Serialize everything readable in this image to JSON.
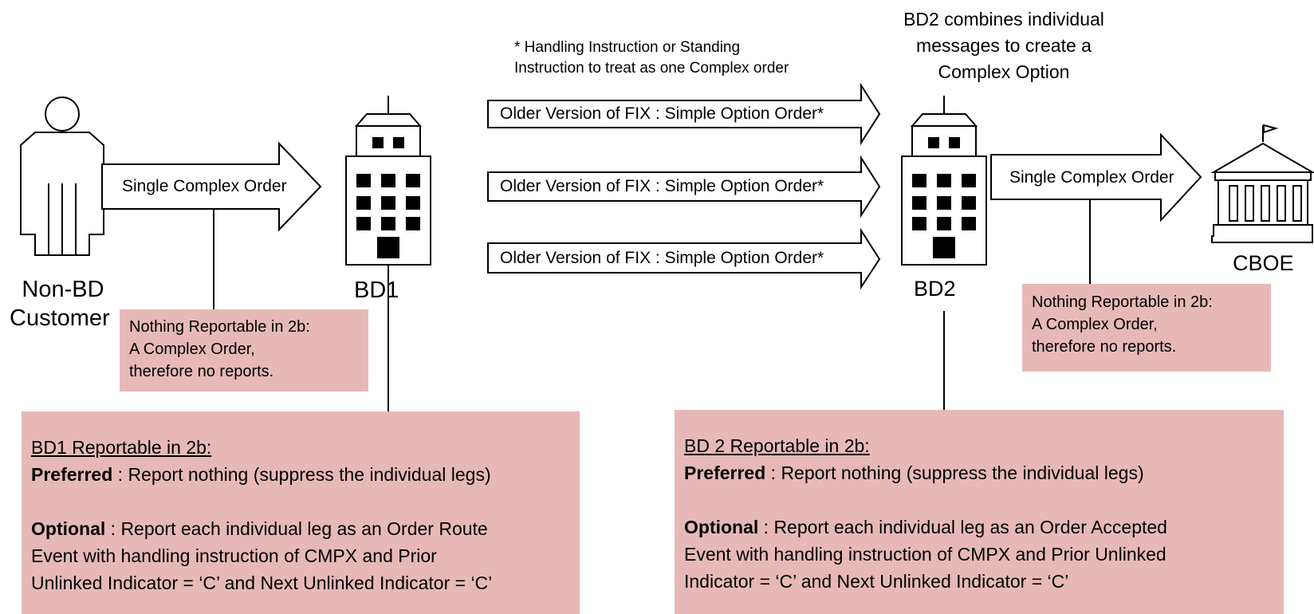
{
  "actors": {
    "customer": [
      "Non-BD",
      "Customer"
    ],
    "bd1": "BD1",
    "bd2": "BD2",
    "exchange": "CBOE"
  },
  "arrows": {
    "customer_to_bd1": "Single Complex Order",
    "bd1_to_bd2": [
      "Older Version of FIX : Simple Option Order*",
      "Older Version of FIX : Simple Option Order*",
      "Older Version of FIX : Simple Option Order*"
    ],
    "bd2_to_cboe": "Single Complex Order"
  },
  "footnote": [
    "* Handling Instruction or Standing",
    "Instruction to treat as one Complex order"
  ],
  "bd2_note": [
    "BD2 combines individual",
    "messages to create a",
    "Complex Option"
  ],
  "nothing_reportable": {
    "title": "Nothing Reportable in 2b:",
    "lines": [
      "A Complex Order,",
      "therefore no reports."
    ]
  },
  "bd1_box": {
    "heading": "BD1 Reportable in 2b:",
    "preferred_label": "Preferred",
    "preferred_text": " : Report nothing (suppress the individual legs)",
    "optional_label": "Optional",
    "optional_lines": [
      " : Report each individual leg as an Order Route",
      "Event with handling instruction of CMPX and Prior",
      "Unlinked Indicator = ‘C’ and Next Unlinked Indicator = ‘C’"
    ]
  },
  "bd2_box": {
    "heading": "BD 2 Reportable in 2b:",
    "preferred_label": "Preferred",
    "preferred_text": " : Report nothing (suppress the individual legs)",
    "optional_label": "Optional",
    "optional_lines": [
      " : Report each individual leg as an Order Accepted",
      "Event with handling instruction of CMPX and Prior Unlinked",
      "Indicator = ‘C’ and Next Unlinked Indicator = ‘C’"
    ]
  },
  "colors": {
    "note_fill": "#e6b9b8",
    "stroke": "#000000"
  }
}
